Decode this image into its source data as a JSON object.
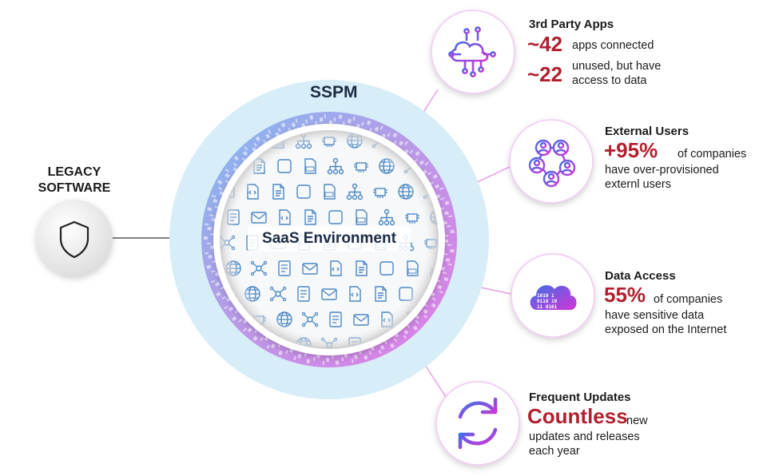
{
  "legacy": {
    "line1": "LEGACY",
    "line2": "SOFTWARE",
    "icon": "shield-icon"
  },
  "sspm": {
    "title": "SSPM"
  },
  "saas": {
    "title": "SaaS Environment"
  },
  "callouts": {
    "apps": {
      "title": "3rd Party Apps",
      "stat1": "~42",
      "text1": "apps connected",
      "stat2": "~22",
      "text2a": "unused, but have",
      "text2b": "access to data",
      "icon": "cloud-network-icon"
    },
    "users": {
      "title": "External Users",
      "stat": "+95%",
      "text_a": "of companies",
      "text_b": "have over-provisioned",
      "text_c": "externl users",
      "icon": "user-network-icon"
    },
    "data": {
      "title": "Data Access",
      "stat": "55%",
      "text_a": "of companies",
      "text_b": "have sensitive data",
      "text_c": "exposed on the Internet",
      "icon": "cloud-data-icon"
    },
    "updates": {
      "title": "Frequent Updates",
      "stat": "Countless",
      "text_a": "new",
      "text_b": "updates and releases",
      "text_c": "each year",
      "icon": "refresh-icon"
    }
  },
  "colors": {
    "stat": "#b2202e",
    "outer_ring": "#d7edf8",
    "gradient_start": "#3f93e3",
    "gradient_end": "#d03ad6",
    "icon_stroke": "#4a88c4"
  }
}
